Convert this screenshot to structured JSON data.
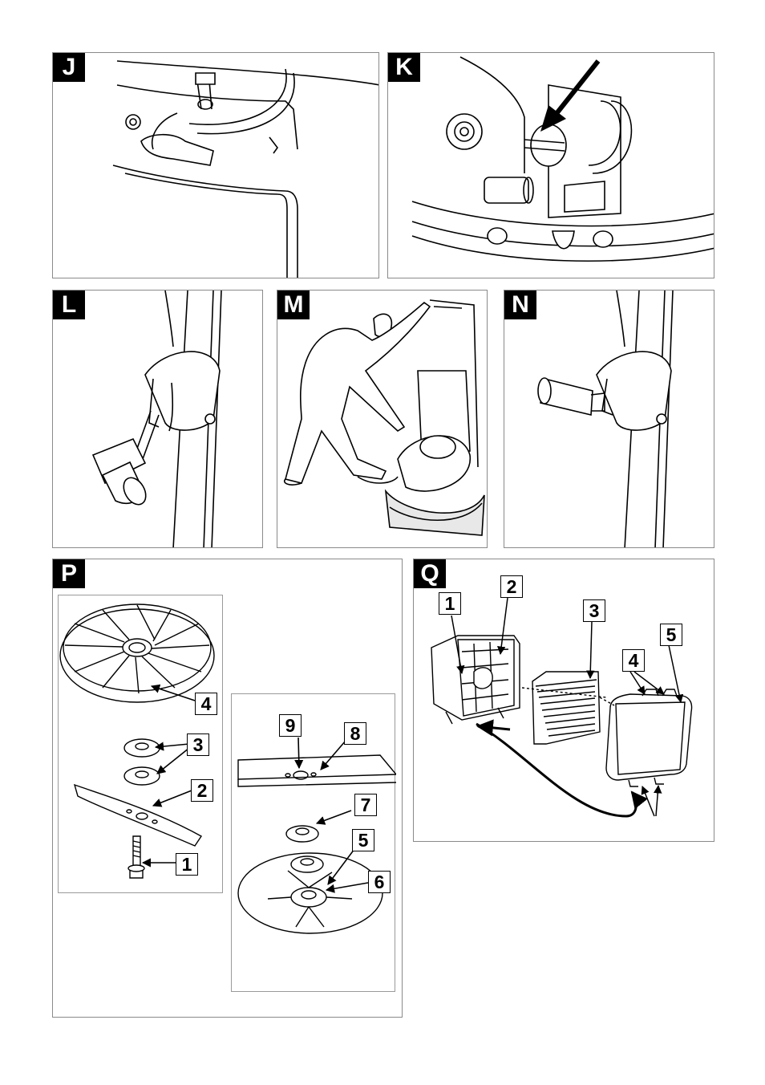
{
  "panels": {
    "J": {
      "label": "J"
    },
    "K": {
      "label": "K"
    },
    "L": {
      "label": "L"
    },
    "M": {
      "label": "M"
    },
    "N": {
      "label": "N"
    },
    "P": {
      "label": "P",
      "callouts": [
        "1",
        "2",
        "3",
        "4",
        "5",
        "6",
        "7",
        "8",
        "9"
      ]
    },
    "Q": {
      "label": "Q",
      "callouts": [
        "1",
        "2",
        "3",
        "4",
        "5"
      ]
    }
  },
  "icons": {
    "arrow": "arrow-icon",
    "bolt": "bolt-icon",
    "blade": "blade-icon",
    "fan": "fan-icon",
    "filter": "air-filter-icon"
  },
  "colors": {
    "border": "#8a8a8a",
    "ink": "#000000",
    "tag": "#000000"
  }
}
